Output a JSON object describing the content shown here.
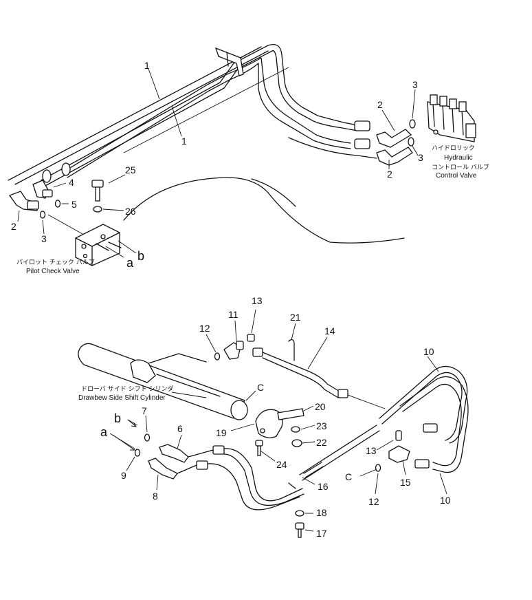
{
  "labels": {
    "hydraulic_control_valve_jp": "ハイドロリック",
    "hydraulic_control_valve_jp2": "コントロール バルブ",
    "hydraulic_en": "Hydraulic",
    "control_valve_en": "Control Valve",
    "pilot_check_valve_jp": "パイロット チェック バルブ",
    "pilot_check_valve_en": "Pilot Check Valve",
    "drawbar_cylinder_jp": "ドローバ サイド シフト シリンダ",
    "drawbar_cylinder_en": "Drawbew Side Shift Cylinder"
  },
  "callouts": {
    "n1a": "1",
    "n1b": "1",
    "n2a": "2",
    "n2b": "2",
    "n2c": "2",
    "n3a": "3",
    "n3b": "3",
    "n3c": "3",
    "n4": "4",
    "n5": "5",
    "n25": "25",
    "n26": "26",
    "a1": "a",
    "b1": "b",
    "n11": "11",
    "n12a": "12",
    "n13a": "13",
    "n21": "21",
    "n14": "14",
    "n10a": "10",
    "c1": "C",
    "n7": "7",
    "n6": "6",
    "b2": "b",
    "a2": "a",
    "n9": "9",
    "n8": "8",
    "n20": "20",
    "n19": "19",
    "n23": "23",
    "n22": "22",
    "n24": "24",
    "n13b": "13",
    "c2": "C",
    "n12b": "12",
    "n15": "15",
    "n10b": "10",
    "n16": "16",
    "n18": "18",
    "n17": "17"
  }
}
